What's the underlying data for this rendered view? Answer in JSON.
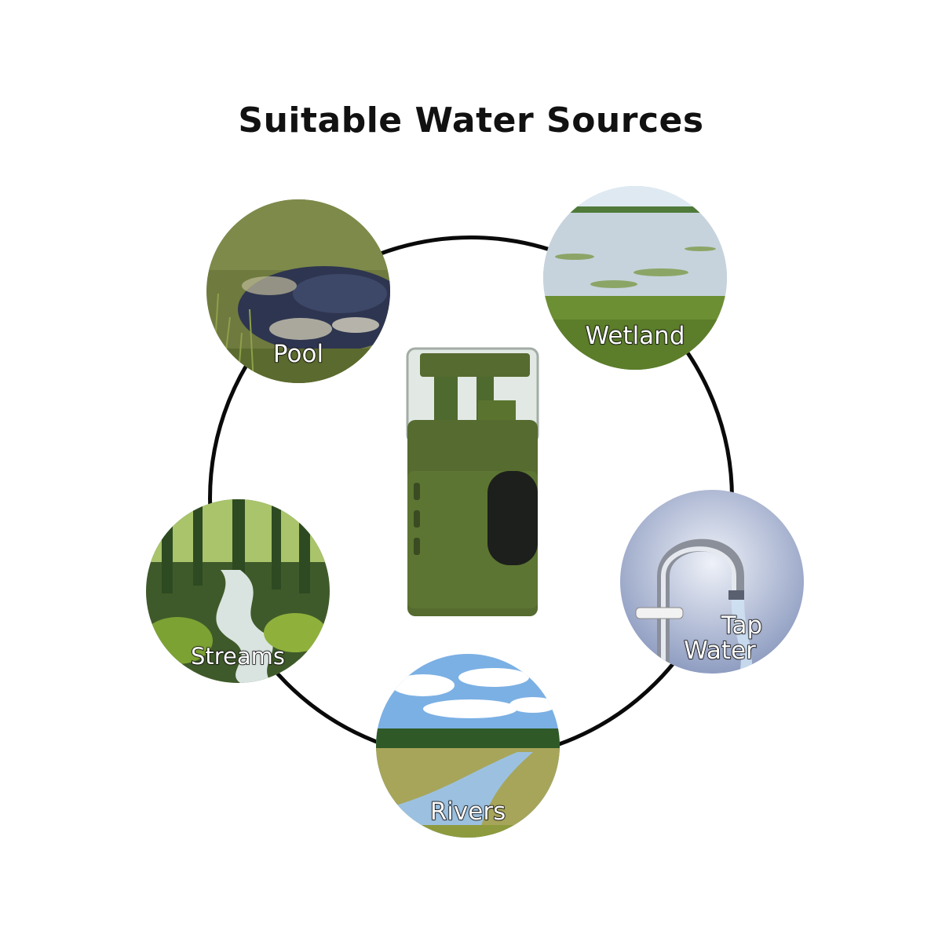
{
  "title": "Suitable Water Sources",
  "sources": [
    {
      "key": "pool",
      "label": "Pool",
      "icon": "pool-photo"
    },
    {
      "key": "wetland",
      "label": "Wetland",
      "icon": "wetland-photo"
    },
    {
      "key": "streams",
      "label": "Streams",
      "icon": "streams-photo"
    },
    {
      "key": "tap",
      "label_line1": "Tap",
      "label_line2": "Water",
      "icon": "tap-water-photo"
    },
    {
      "key": "rivers",
      "label": "Rivers",
      "icon": "rivers-photo"
    }
  ],
  "product": {
    "icon": "water-filter-pump",
    "color": "#556b2f"
  },
  "colors": {
    "ring": "#0a0a0a",
    "label_fill": "#ffffff",
    "label_outline": "#111111"
  }
}
